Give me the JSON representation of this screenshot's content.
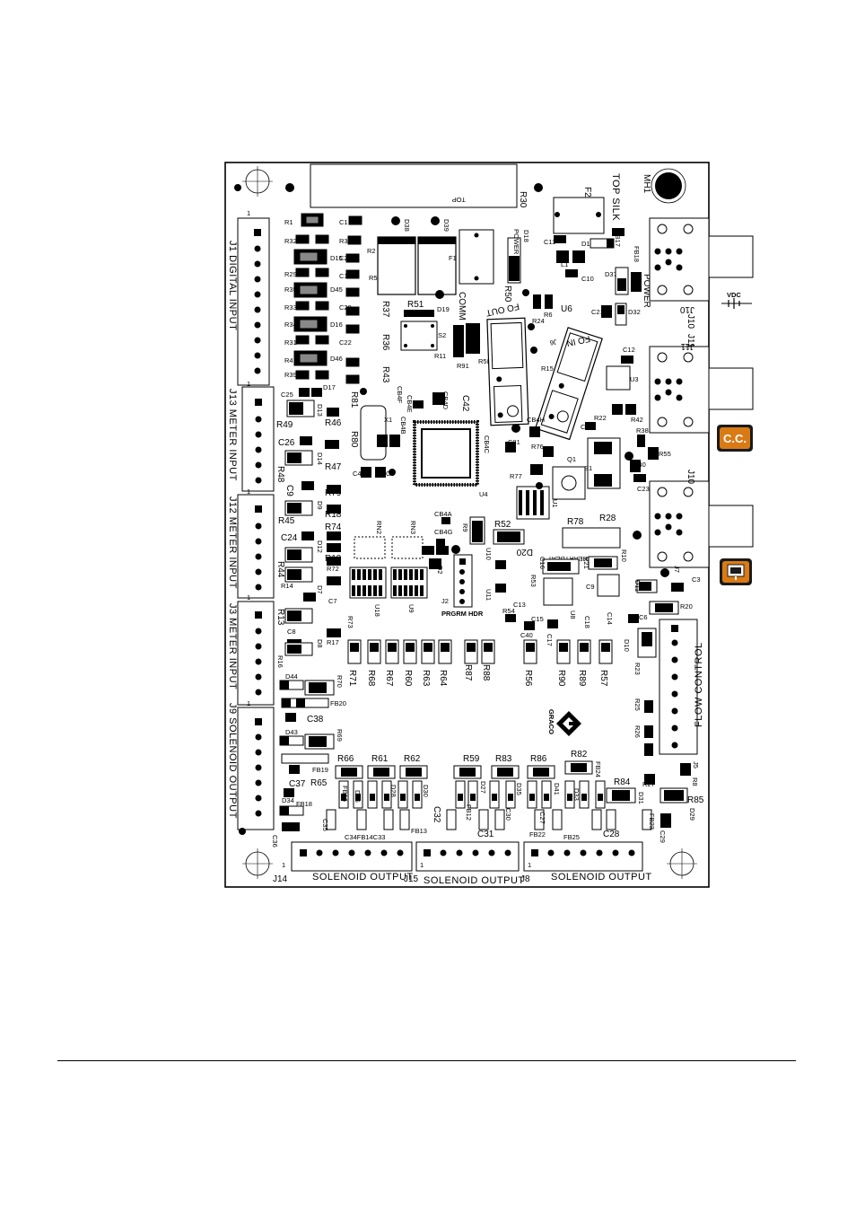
{
  "board": {
    "top_labels": [
      "TOP",
      "TOP SILK",
      "R30",
      "MH1",
      "F2",
      "FB17",
      "FB18"
    ],
    "connectors": {
      "j1": "J1 DIGITAL INPUT",
      "j13": "J13 METER INPUT",
      "j12": "J12 METER INPUT",
      "j3": "J3 METER INPUT",
      "j9": "J9 SOLENOID OUTPUT",
      "j14": "J14",
      "j15": "J15",
      "j8": "J8",
      "j5": "J5",
      "j2": "J2",
      "j7": "J7",
      "j10": "J10",
      "j11": "J11",
      "solenoid_output": "SOLENOID OUTPUT",
      "flow_control": "FLOW CONTROL",
      "prgrm_hdr": "PRGRM HDR",
      "fo_out": "FO OUT",
      "fo_in": "FO IN",
      "power": "POWER",
      "comm": "COMM",
      "heartbeat": "HEARTBEAT",
      "vdc": "VDC",
      "graco": "GRACO"
    },
    "components": {
      "left_col": [
        "R1",
        "C1",
        "R32",
        "R3",
        "C2",
        "D15",
        "R29",
        "R35",
        "C19",
        "D45",
        "R33",
        "C20",
        "D16",
        "R34",
        "R31",
        "C22",
        "D46",
        "R4",
        "R39",
        "D17"
      ],
      "mid_top": [
        "D38",
        "D39",
        "R2",
        "R5",
        "F1",
        "R37",
        "R36",
        "R43",
        "R51",
        "D19",
        "R58",
        "R91",
        "S2",
        "R11",
        "R50",
        "R24",
        "R6",
        "U6",
        "R15",
        "D18"
      ],
      "caps": [
        "C25",
        "D13",
        "R46",
        "R49",
        "C26",
        "R47",
        "D14",
        "R48",
        "C9",
        "R79",
        "R18",
        "R74",
        "D9",
        "R45",
        "C24",
        "D12",
        "R19",
        "R72",
        "R44",
        "R14",
        "D7",
        "C7",
        "R13",
        "R73",
        "R17",
        "C8",
        "D8",
        "R16",
        "D44",
        "R70",
        "FB20",
        "C38",
        "D43",
        "R69",
        "FB19",
        "C37",
        "R65",
        "D34",
        "FB18",
        "C36",
        "C35"
      ],
      "center": [
        "X1",
        "R81",
        "R80",
        "CB4F",
        "CB4E",
        "CB4D",
        "CB4B",
        "C4",
        "C5",
        "C42",
        "CB4C",
        "U4",
        "C81",
        "CB4H",
        "R76",
        "R77",
        "U1",
        "Q1",
        "S1",
        "R52",
        "R78",
        "R28",
        "D20",
        "CB4A",
        "CB4G",
        "R9",
        "RN2",
        "RN3",
        "U18",
        "U9",
        "D2",
        "U10",
        "U11",
        "R54",
        "R53",
        "C13",
        "C15",
        "C17",
        "C40"
      ],
      "right": [
        "R21",
        "R10",
        "C3",
        "D11",
        "R20",
        "C12",
        "U3",
        "R42",
        "R22",
        "C41",
        "R38",
        "R55",
        "R40",
        "C23",
        "C21",
        "D32",
        "D37",
        "L1",
        "C10",
        "D1",
        "C11",
        "U8",
        "C18",
        "C14",
        "C6",
        "D10",
        "R23",
        "R25",
        "R26",
        "R27",
        "R8",
        "D29",
        "R85",
        "C29",
        "FB23",
        "FB25",
        "FB22",
        "C28"
      ],
      "bottom_r": [
        "R71",
        "R68",
        "R67",
        "R60",
        "R63",
        "R64",
        "R87",
        "R88",
        "R56",
        "R90",
        "R89",
        "R57",
        "R66",
        "R61",
        "R62",
        "R59",
        "R83",
        "R86",
        "R82",
        "FB24",
        "R84",
        "D36",
        "D28",
        "D30",
        "C32",
        "FB12",
        "D27",
        "C30",
        "D35",
        "D41",
        "D33",
        "D31",
        "C27",
        "C31",
        "FB13",
        "FB14",
        "C34",
        "C33",
        "C16"
      ]
    }
  },
  "badges": {
    "cc": "C.C.",
    "cc_color": "#d97a14",
    "meter_color": "#d97a14"
  }
}
